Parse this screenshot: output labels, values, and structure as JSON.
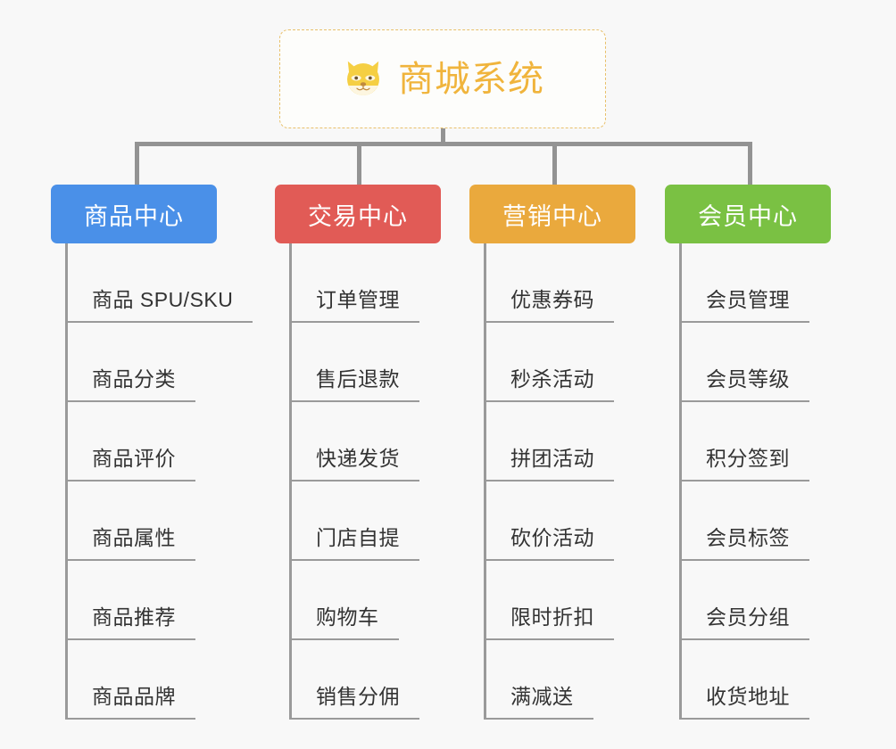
{
  "diagram": {
    "background_color": "#f8f8f8",
    "root": {
      "icon": "shiba-dog-icon",
      "title": "商城系统",
      "text_color": "#f0b43c",
      "border_color": "#e8c06a",
      "border_style": "dashed"
    },
    "connector_color": "#939393",
    "branches": [
      {
        "label": "商品中心",
        "color": "#4a90e8",
        "items": [
          "商品 SPU/SKU",
          "商品分类",
          "商品评价",
          "商品属性",
          "商品推荐",
          "商品品牌"
        ]
      },
      {
        "label": "交易中心",
        "color": "#e15b56",
        "items": [
          "订单管理",
          "售后退款",
          "快递发货",
          "门店自提",
          "购物车",
          "销售分佣"
        ]
      },
      {
        "label": "营销中心",
        "color": "#eaa93d",
        "items": [
          "优惠券码",
          "秒杀活动",
          "拼团活动",
          "砍价活动",
          "限时折扣",
          "满减送"
        ]
      },
      {
        "label": "会员中心",
        "color": "#7ac143",
        "items": [
          "会员管理",
          "会员等级",
          "积分签到",
          "会员标签",
          "会员分组",
          "收货地址"
        ]
      }
    ]
  }
}
